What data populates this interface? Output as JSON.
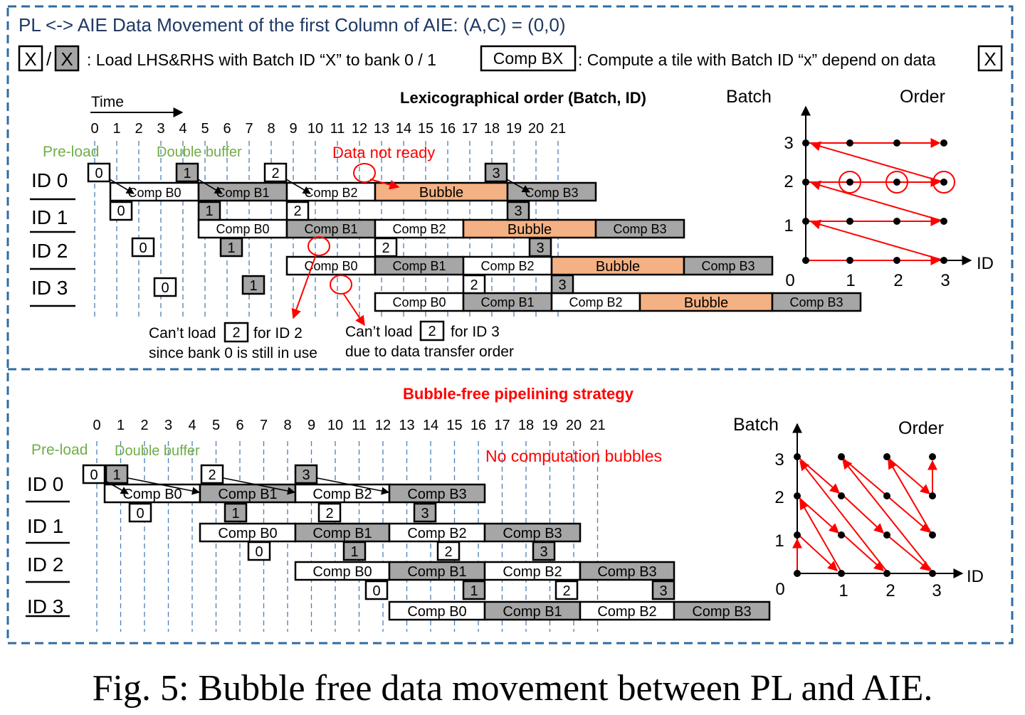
{
  "header": "PL <-> AIE Data Movement of the first Column of AIE: (A,C) = (0,0)",
  "legend": {
    "box_x": "X",
    "slash": "/",
    "text1": ": Load LHS&RHS with Batch ID “X” to bank 0 / 1",
    "comp_box": "Comp BX",
    "text2": ": Compute a tile with Batch ID “x” depend on data"
  },
  "top": {
    "title": "Lexicographical order (Batch, ID)",
    "time_label": "Time",
    "ticks": [
      "0",
      "1",
      "2",
      "3",
      "4",
      "5",
      "6",
      "7",
      "8",
      "9",
      "10",
      "11",
      "12",
      "13",
      "14",
      "15",
      "16",
      "17",
      "18",
      "19",
      "20",
      "21"
    ],
    "preload": "Pre-load",
    "double_buffer": "Double buffer",
    "data_not_ready": "Data not ready",
    "row_labels": [
      "ID 0",
      "ID 1",
      "ID 2",
      "ID 3"
    ],
    "comp_labels": [
      "Comp B0",
      "Comp B1",
      "Comp B2",
      "Bubble",
      "Comp B3"
    ],
    "load_labels": [
      "0",
      "1",
      "2",
      "3"
    ],
    "note1": [
      "Can’t load",
      "2",
      "for ID 2",
      "since bank 0 is still in use"
    ],
    "note2": [
      "Can’t load",
      "2",
      "for ID 3",
      "due to data transfer order"
    ],
    "mini": {
      "y_title": "Batch",
      "title": "Order",
      "x_title": "ID",
      "x_ticks": [
        "0",
        "1",
        "2",
        "3"
      ],
      "y_ticks": [
        "1",
        "2",
        "3"
      ]
    }
  },
  "bottom": {
    "title": "Bubble-free pipelining strategy",
    "ticks": [
      "0",
      "1",
      "2",
      "3",
      "4",
      "5",
      "6",
      "7",
      "8",
      "9",
      "10",
      "11",
      "12",
      "13",
      "14",
      "15",
      "16",
      "17",
      "18",
      "19",
      "20",
      "21"
    ],
    "preload": "Pre-load",
    "double_buffer": "Double buffer",
    "no_bubbles": "No computation bubbles",
    "row_labels": [
      "ID 0",
      "ID 1",
      "ID 2",
      "ID 3"
    ],
    "comp_labels": [
      "Comp B0",
      "Comp B1",
      "Comp B2",
      "Comp B3"
    ],
    "load_labels": [
      "0",
      "1",
      "2",
      "3"
    ],
    "mini": {
      "y_title": "Batch",
      "title": "Order",
      "x_title": "ID",
      "x_ticks": [
        "0",
        "1",
        "2",
        "3"
      ],
      "y_ticks": [
        "1",
        "2",
        "3"
      ]
    }
  },
  "caption": "Fig. 5: Bubble free data movement between PL and AIE.",
  "colors": {
    "header_text": "#1f3864",
    "frame": "#2e6ca4",
    "green": "#70ad47",
    "red": "#ff0000",
    "bubble": "#f4b183",
    "gray": "#a6a6a6",
    "grid": "#4a7fb5"
  }
}
